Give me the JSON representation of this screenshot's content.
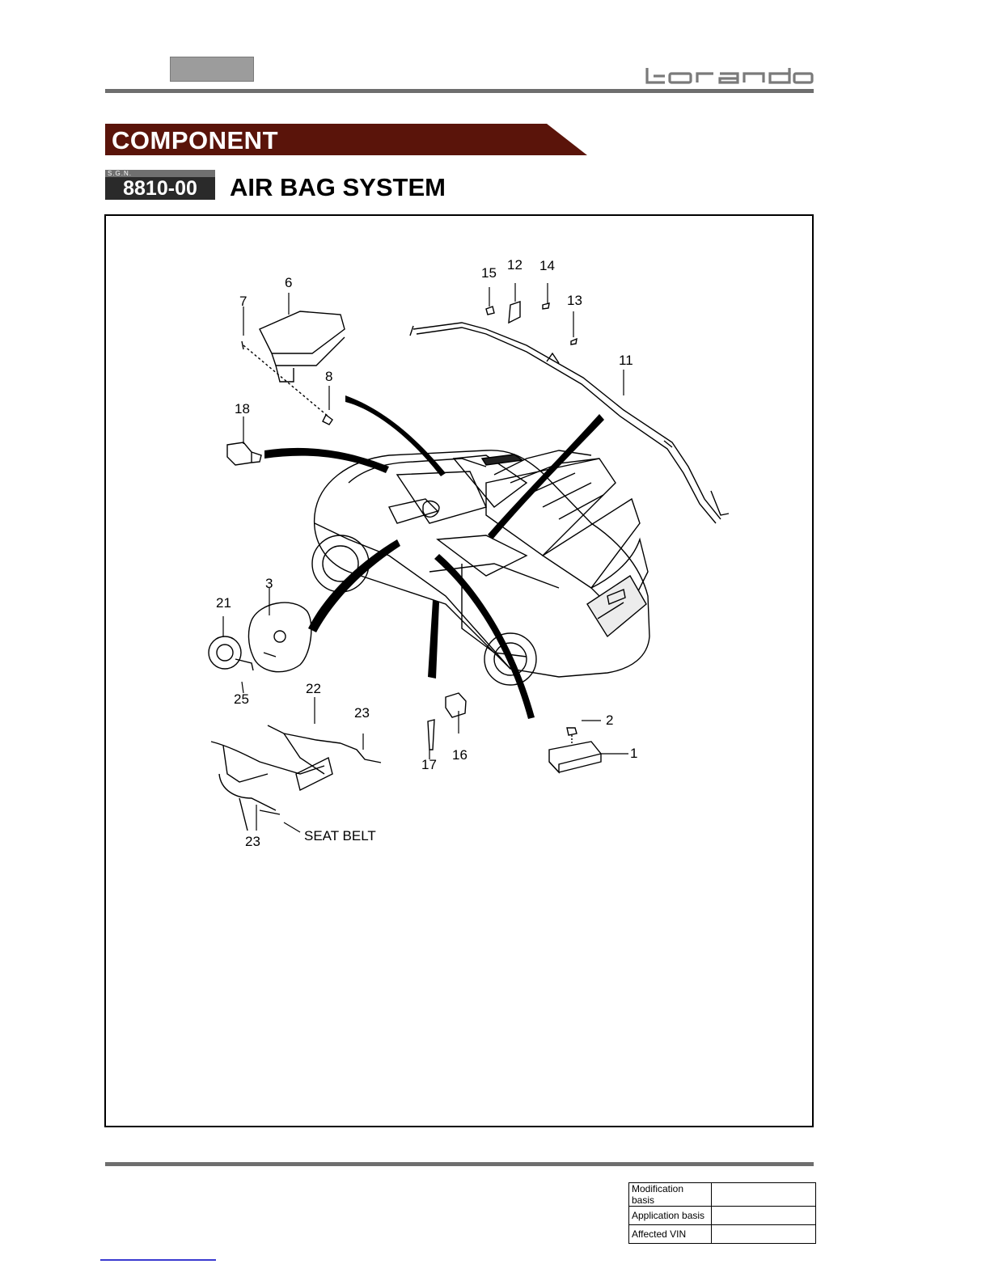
{
  "header": {
    "brand": "korando"
  },
  "section": {
    "title": "COMPONENT",
    "banner_color": "#5a140a"
  },
  "sgn": {
    "label": "S.G.N.",
    "number": "8810-00"
  },
  "page_title": "AIR BAG SYSTEM",
  "figure": {
    "callouts": [
      "1",
      "2",
      "3",
      "6",
      "7",
      "8",
      "11",
      "12",
      "13",
      "14",
      "15",
      "16",
      "17",
      "18",
      "21",
      "22",
      "23",
      "23",
      "25"
    ],
    "seat_belt_label": "SEAT BELT"
  },
  "footer": {
    "revision_rows": [
      {
        "label": "Modification basis",
        "value": ""
      },
      {
        "label": "Application basis",
        "value": ""
      },
      {
        "label": "Affected VIN",
        "value": ""
      }
    ]
  }
}
